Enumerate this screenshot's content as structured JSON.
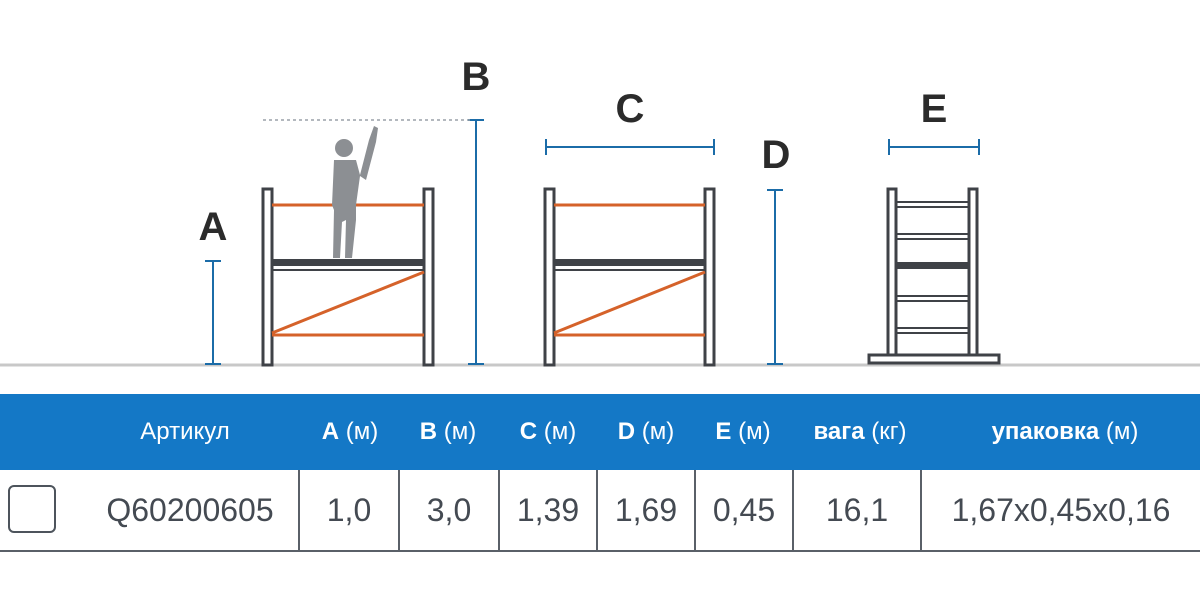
{
  "diagram": {
    "labels": {
      "a": "A",
      "b": "B",
      "c": "C",
      "d": "D",
      "e": "E"
    },
    "colors": {
      "frame": "#3f4247",
      "rung": "#d5622a",
      "dimension": "#1b6ca8",
      "person": "#8c8f93",
      "ground": "#c8c8c8"
    }
  },
  "table": {
    "header": {
      "article": "Артикул",
      "a_key": "A",
      "a_unit": "(м)",
      "b_key": "B",
      "b_unit": "(м)",
      "c_key": "C",
      "c_unit": "(м)",
      "d_key": "D",
      "d_unit": "(м)",
      "e_key": "E",
      "e_unit": "(м)",
      "weight_key": "вага",
      "weight_unit": "(кг)",
      "pack_key": "упаковка",
      "pack_unit": "(м)"
    },
    "row": {
      "article": "Q60200605",
      "a": "1,0",
      "b": "3,0",
      "c": "1,39",
      "d": "1,69",
      "e": "0,45",
      "weight": "16,1",
      "pack": "1,67x0,45x0,16"
    },
    "colors": {
      "header_bg": "#1478c6",
      "header_text": "#ffffff",
      "cell_text": "#444a52"
    }
  }
}
